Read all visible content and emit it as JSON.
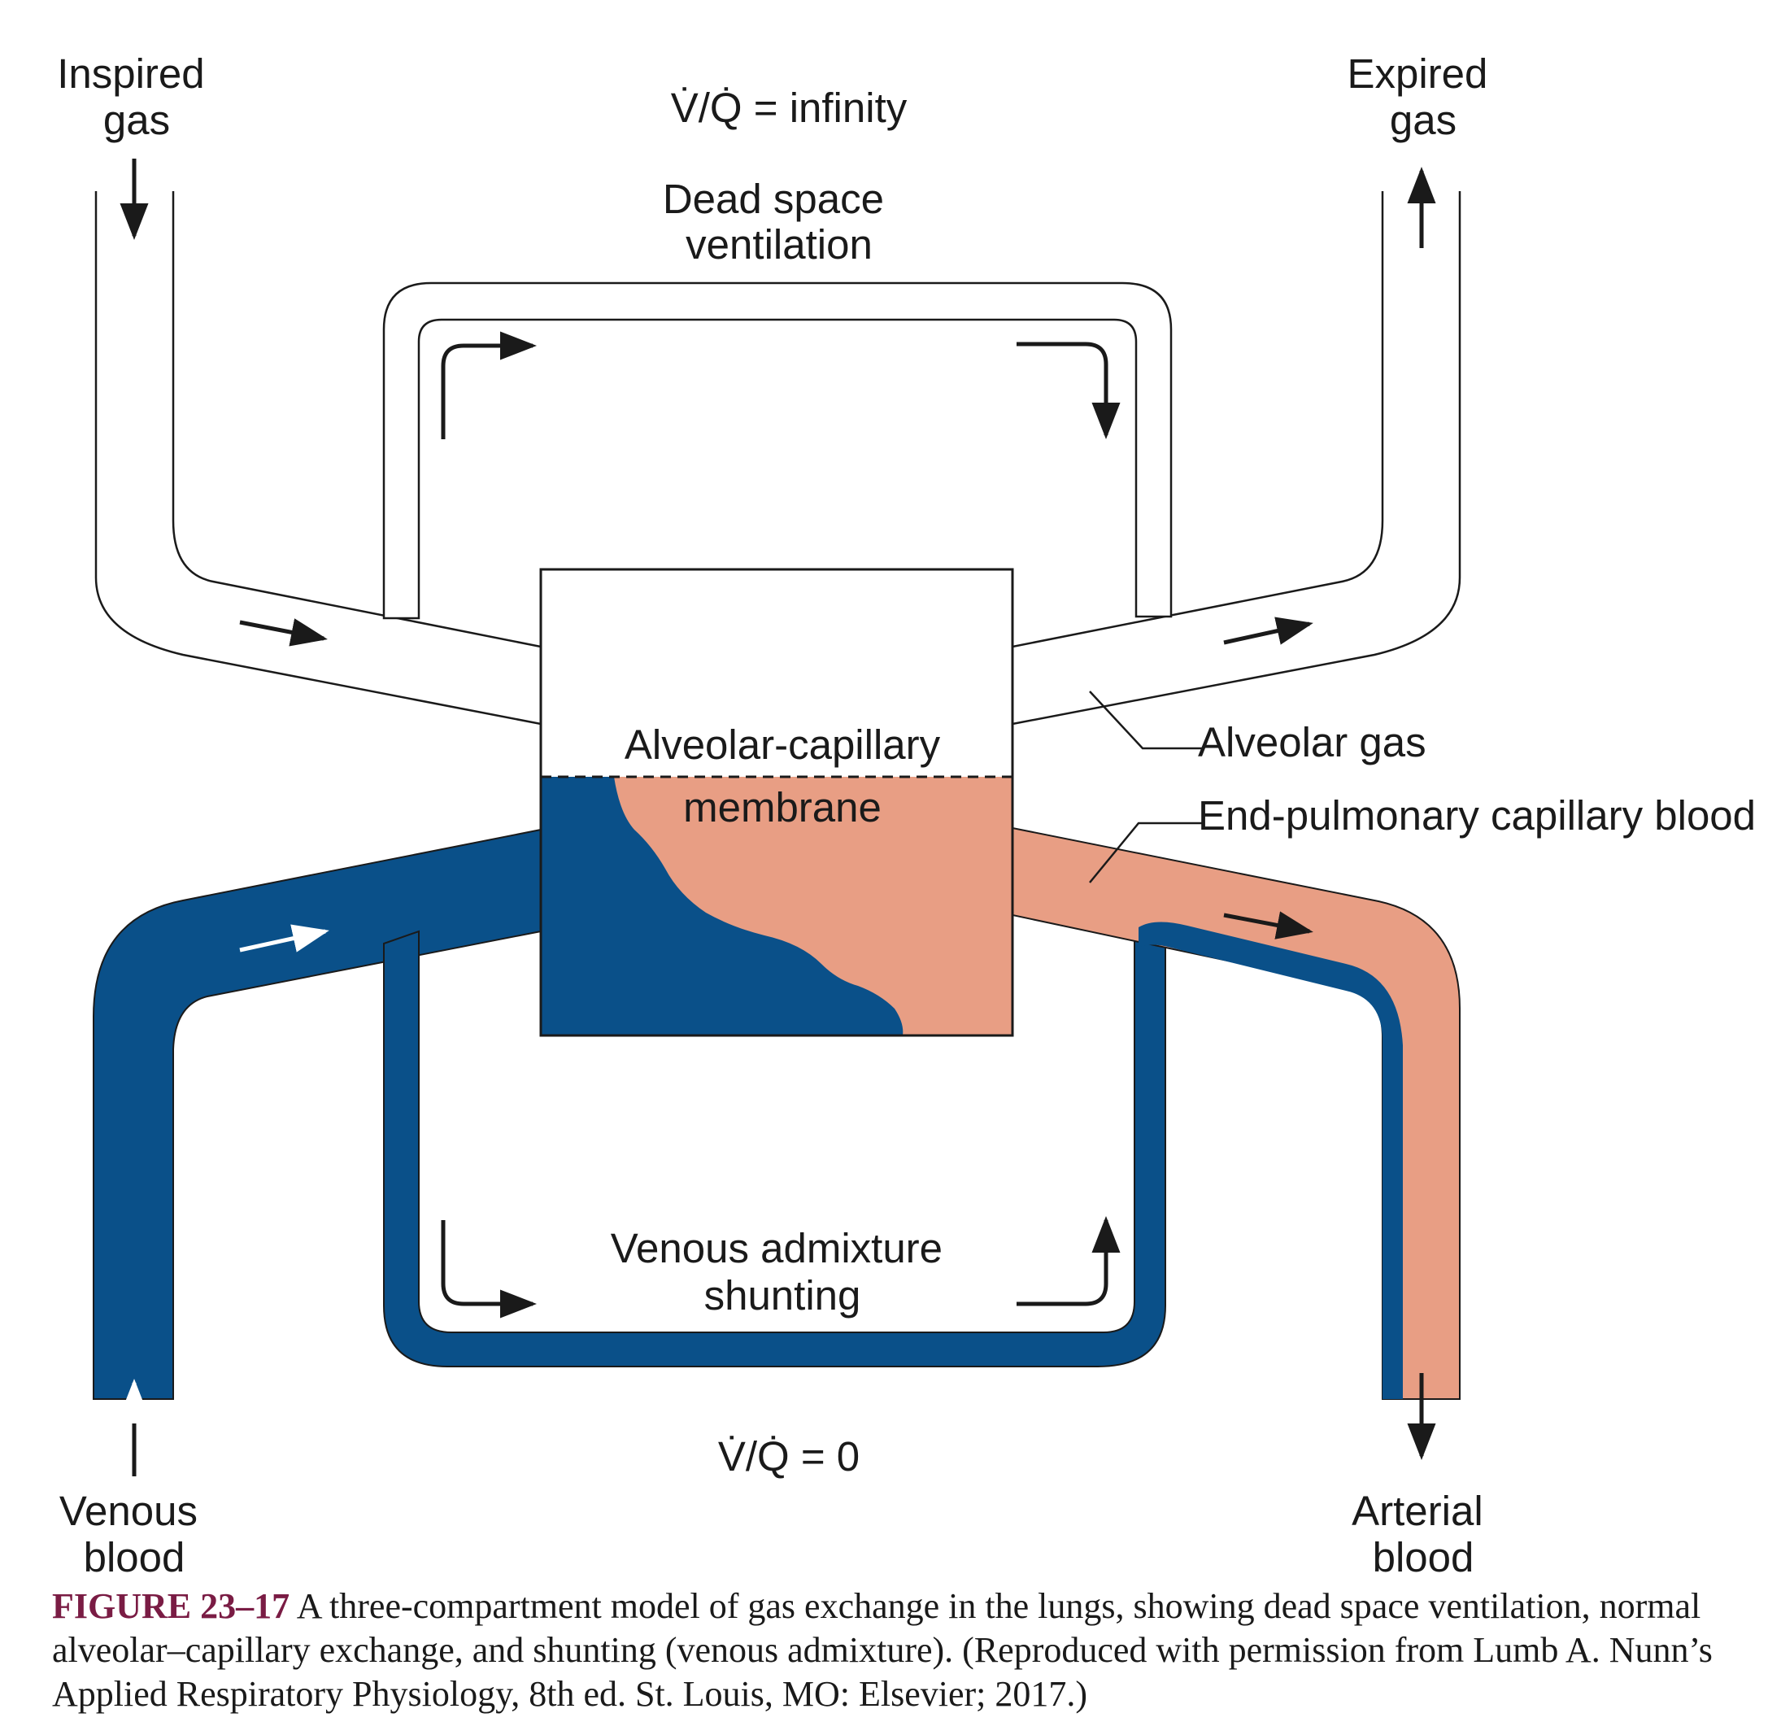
{
  "colors": {
    "venous": "#0a5089",
    "arterial": "#e89e84",
    "line": "#1a1a1a",
    "caption_accent": "#7a1c44"
  },
  "labels": {
    "inspired_gas": [
      "Inspired",
      "gas"
    ],
    "expired_gas": [
      "Expired",
      "gas"
    ],
    "vq_infinity": "V̇/Q̇ = infinity",
    "dead_space": [
      "Dead space",
      "ventilation"
    ],
    "membrane": [
      "Alveolar-capillary",
      "membrane"
    ],
    "alveolar_gas": "Alveolar gas",
    "end_pulmonary": "End-pulmonary capillary blood",
    "venous_admixture": [
      "Venous admixture",
      "shunting"
    ],
    "vq_zero": "V̇/Q̇ = 0",
    "venous_blood": [
      "Venous",
      "blood"
    ],
    "arterial_blood": [
      "Arterial",
      "blood"
    ]
  },
  "caption": {
    "number": "FIGURE 23–17",
    "text": " A three-compartment model of gas exchange in the lungs, showing dead space ventilation, normal alveolar–capillary exchange, and shunting (venous admixture). (Reproduced with permission from Lumb A. Nunn’s Applied Respiratory Physiology, 8th ed. St. Louis, MO: Elsevier; 2017.)"
  }
}
